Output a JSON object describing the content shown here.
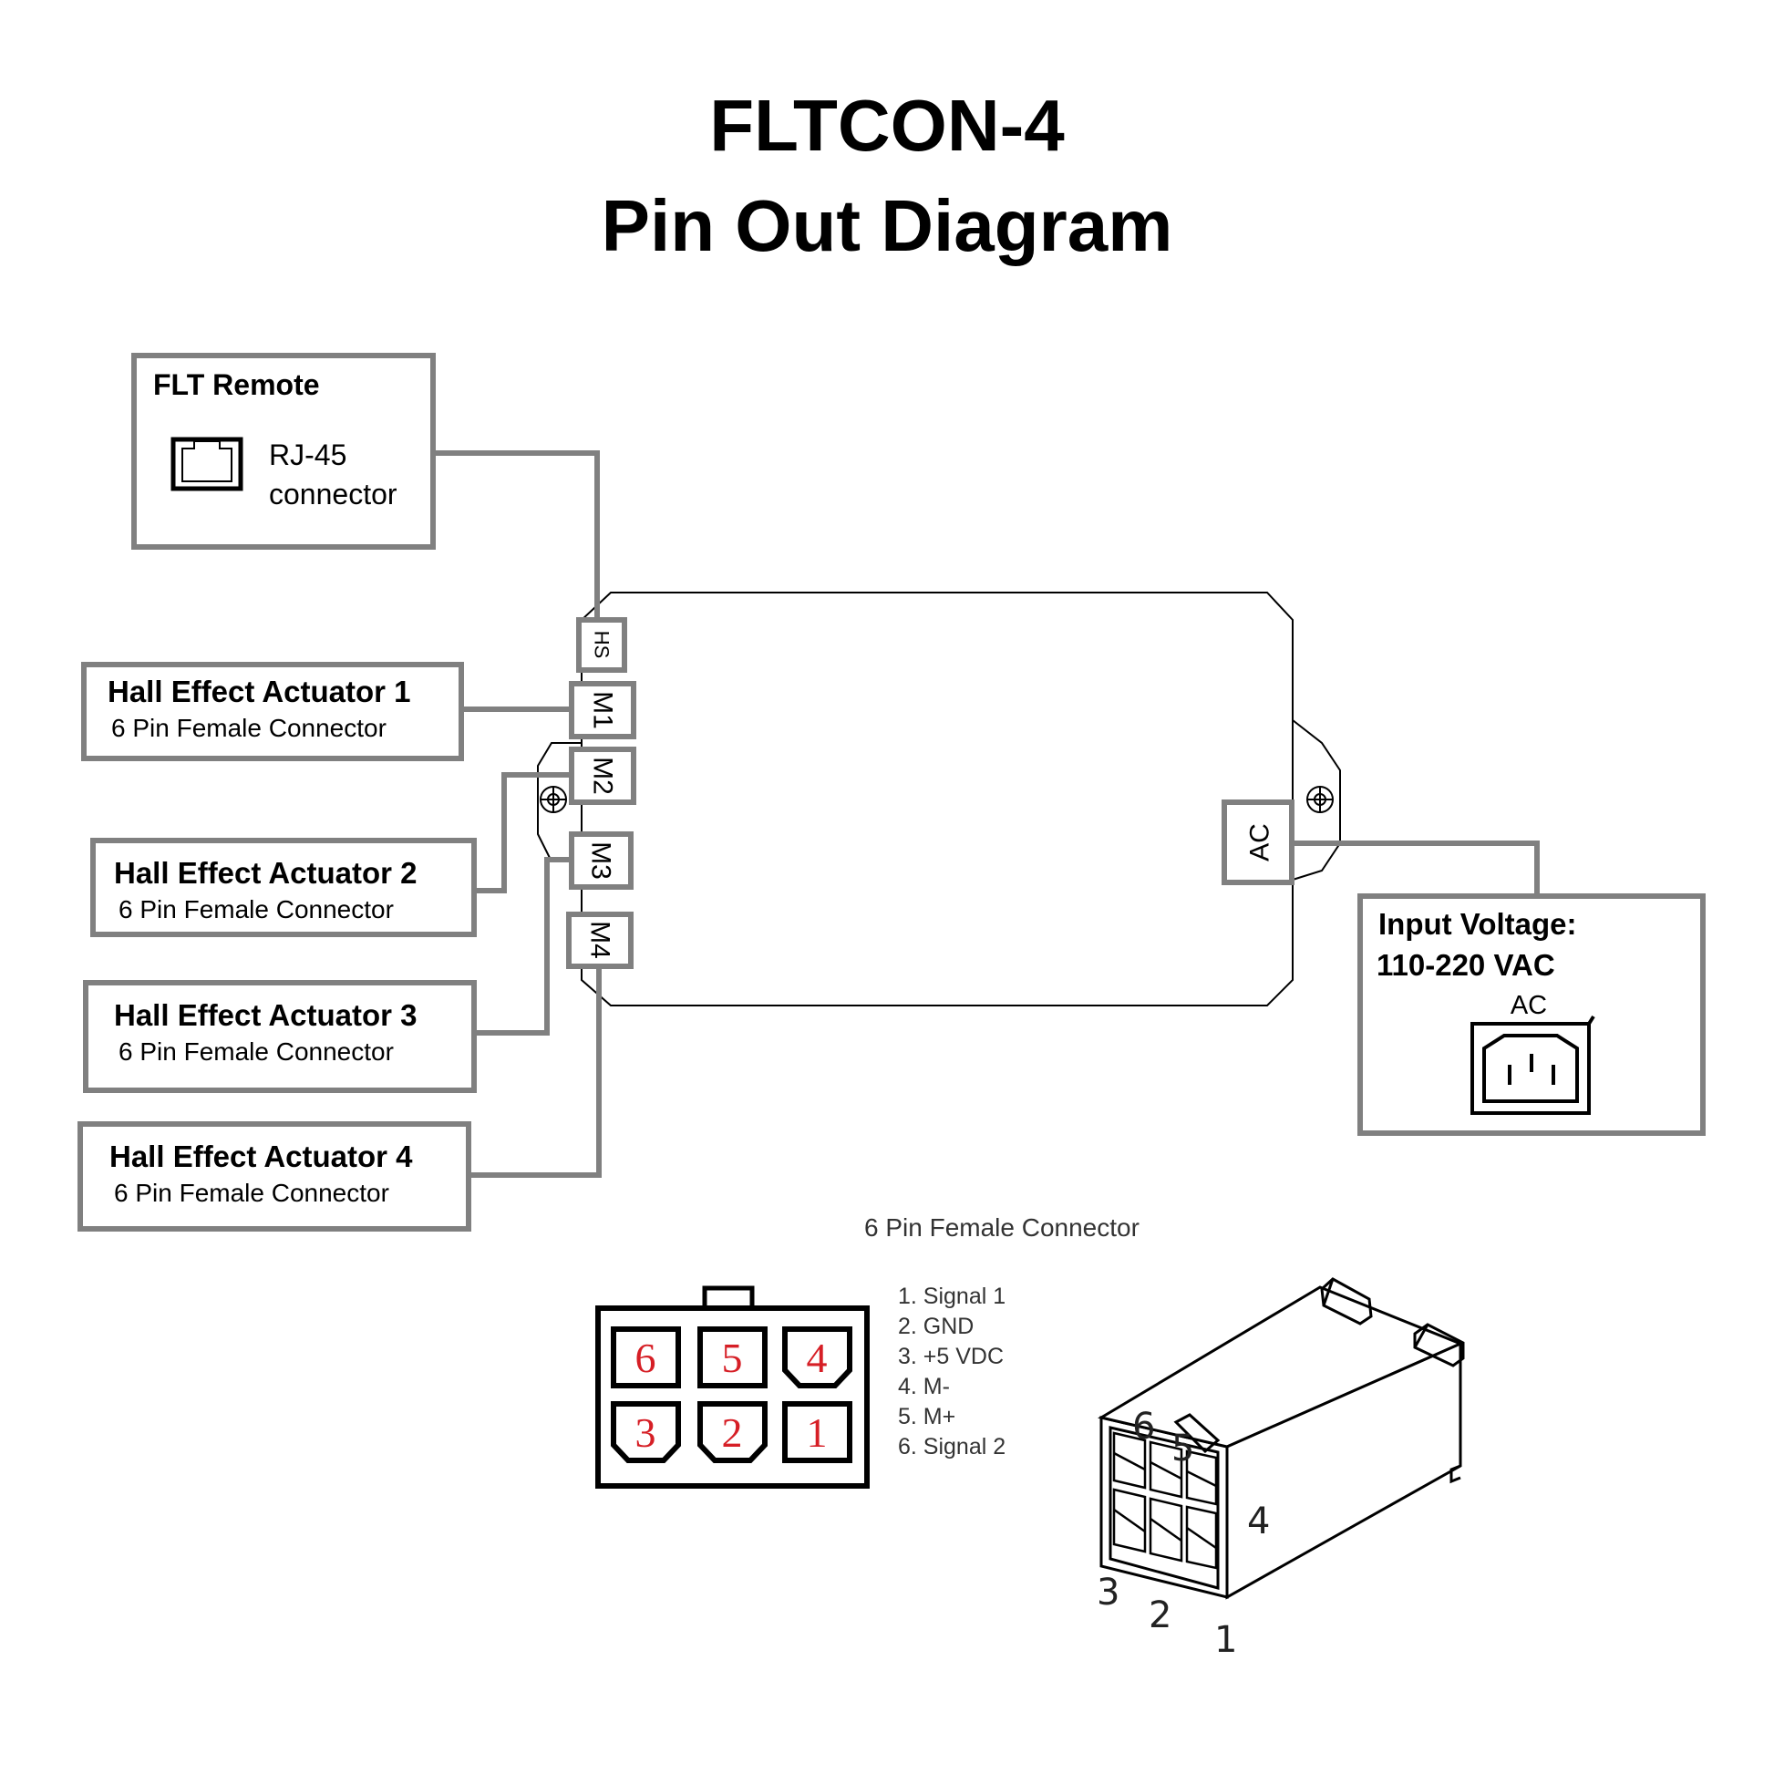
{
  "title": {
    "line1": "FLTCON-4",
    "line2": "Pin Out Diagram"
  },
  "remote": {
    "title": "FLT Remote",
    "label1": "RJ-45",
    "label2": "connector"
  },
  "ports": {
    "hs": "HS",
    "m1": "M1",
    "m2": "M2",
    "m3": "M3",
    "m4": "M4",
    "ac": "AC"
  },
  "actuators": [
    {
      "title": "Hall Effect Actuator 1",
      "subtitle": "6 Pin Female Connector"
    },
    {
      "title": "Hall Effect Actuator 2",
      "subtitle": "6 Pin Female Connector"
    },
    {
      "title": "Hall Effect Actuator 3",
      "subtitle": "6 Pin Female Connector"
    },
    {
      "title": "Hall Effect Actuator 4",
      "subtitle": "6 Pin Female Connector"
    }
  ],
  "power": {
    "line1": "Input Voltage:",
    "line2": "110-220 VAC",
    "socket_label": "AC"
  },
  "connector": {
    "caption": "6 Pin Female Connector",
    "pin_numbers": [
      "6",
      "5",
      "4",
      "3",
      "2",
      "1"
    ],
    "pinout": [
      "1. Signal 1",
      "2. GND",
      "3. +5 VDC",
      "4. M-",
      "5. M+",
      "6. Signal 2"
    ],
    "iso_labels": [
      "6",
      "5",
      "4",
      "3",
      "2",
      "1"
    ]
  },
  "colors": {
    "line": "#808080",
    "outline": "#000000",
    "pin_number": "#d61f26"
  }
}
